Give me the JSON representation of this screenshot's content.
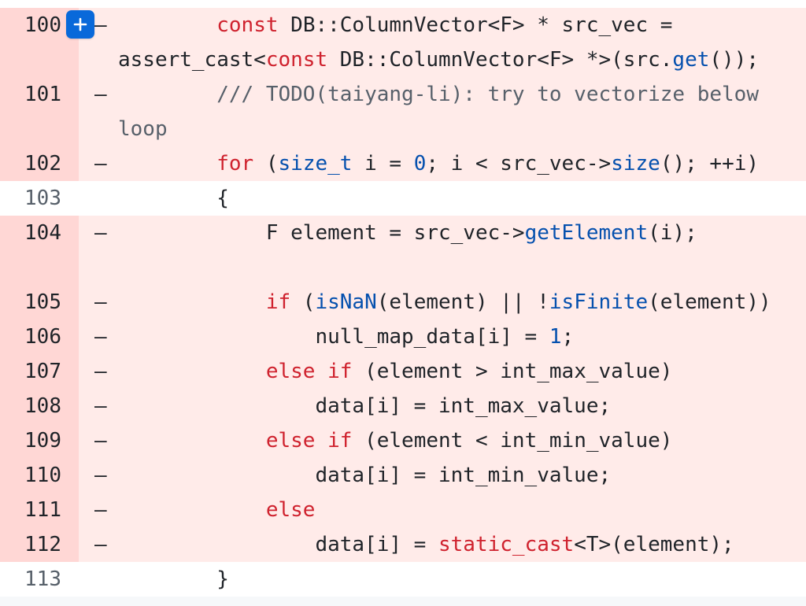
{
  "add_button_symbol": "+",
  "lines": [
    {
      "n": "100",
      "marker": "–",
      "type": "del",
      "tokens": [
        {
          "t": "        "
        },
        {
          "t": "const",
          "c": "kw"
        },
        {
          "t": " DB::ColumnVector<F> * src_vec = assert_cast<"
        },
        {
          "t": "const",
          "c": "kw"
        },
        {
          "t": " DB::ColumnVector<F> *>(src."
        },
        {
          "t": "get",
          "c": "fn"
        },
        {
          "t": "());"
        }
      ]
    },
    {
      "n": "101",
      "marker": "–",
      "type": "del",
      "tokens": [
        {
          "t": "        "
        },
        {
          "t": "/// TODO(taiyang-li): try to vectorize below loop",
          "c": "cm"
        }
      ]
    },
    {
      "n": "102",
      "marker": "–",
      "type": "del",
      "tokens": [
        {
          "t": "        "
        },
        {
          "t": "for",
          "c": "kw"
        },
        {
          "t": " ("
        },
        {
          "t": "size_t",
          "c": "ty"
        },
        {
          "t": " i = "
        },
        {
          "t": "0",
          "c": "num-lit"
        },
        {
          "t": "; i < src_vec->"
        },
        {
          "t": "size",
          "c": "fn"
        },
        {
          "t": "(); ++i)"
        }
      ]
    },
    {
      "n": "103",
      "marker": "",
      "type": "ctx",
      "tokens": [
        {
          "t": "        {"
        }
      ]
    },
    {
      "n": "104",
      "marker": "–",
      "type": "del",
      "tokens": [
        {
          "t": "            F element = src_vec->"
        },
        {
          "t": "getElement",
          "c": "fn"
        },
        {
          "t": "(i);"
        }
      ]
    },
    {
      "n": "",
      "marker": "",
      "type": "del blank",
      "tokens": []
    },
    {
      "n": "105",
      "marker": "–",
      "type": "del",
      "tokens": [
        {
          "t": "            "
        },
        {
          "t": "if",
          "c": "kw"
        },
        {
          "t": " ("
        },
        {
          "t": "isNaN",
          "c": "fn"
        },
        {
          "t": "(element) || !"
        },
        {
          "t": "isFinite",
          "c": "fn"
        },
        {
          "t": "(element))"
        }
      ]
    },
    {
      "n": "106",
      "marker": "–",
      "type": "del",
      "tokens": [
        {
          "t": "                null_map_data[i] = "
        },
        {
          "t": "1",
          "c": "num-lit"
        },
        {
          "t": ";"
        }
      ]
    },
    {
      "n": "107",
      "marker": "–",
      "type": "del",
      "tokens": [
        {
          "t": "            "
        },
        {
          "t": "else",
          "c": "kw"
        },
        {
          "t": " "
        },
        {
          "t": "if",
          "c": "kw"
        },
        {
          "t": " (element > int_max_value)"
        }
      ]
    },
    {
      "n": "108",
      "marker": "–",
      "type": "del",
      "tokens": [
        {
          "t": "                data[i] = int_max_value;"
        }
      ]
    },
    {
      "n": "109",
      "marker": "–",
      "type": "del",
      "tokens": [
        {
          "t": "            "
        },
        {
          "t": "else",
          "c": "kw"
        },
        {
          "t": " "
        },
        {
          "t": "if",
          "c": "kw"
        },
        {
          "t": " (element < int_min_value)"
        }
      ]
    },
    {
      "n": "110",
      "marker": "–",
      "type": "del",
      "tokens": [
        {
          "t": "                data[i] = int_min_value;"
        }
      ]
    },
    {
      "n": "111",
      "marker": "–",
      "type": "del",
      "tokens": [
        {
          "t": "            "
        },
        {
          "t": "else",
          "c": "kw"
        }
      ]
    },
    {
      "n": "112",
      "marker": "–",
      "type": "del",
      "tokens": [
        {
          "t": "                data[i] = "
        },
        {
          "t": "static_cast",
          "c": "kw"
        },
        {
          "t": "<T>(element);"
        }
      ]
    },
    {
      "n": "113",
      "marker": "",
      "type": "ctx",
      "tokens": [
        {
          "t": "        }"
        }
      ]
    }
  ]
}
